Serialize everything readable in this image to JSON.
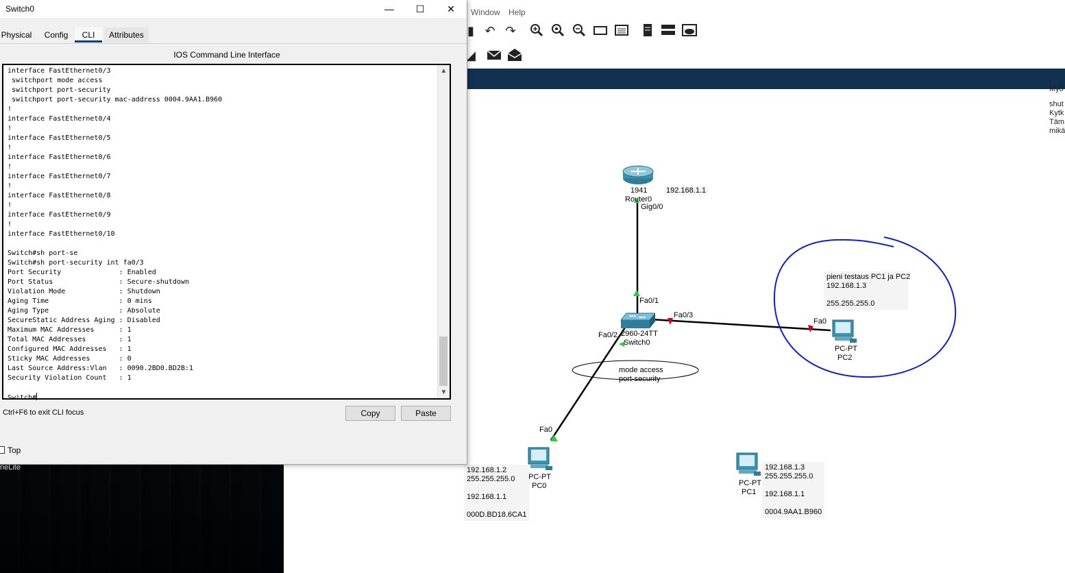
{
  "dialog": {
    "title": "Switch0",
    "tabs": [
      {
        "label": "Physical"
      },
      {
        "label": "Config"
      },
      {
        "label": "CLI"
      },
      {
        "label": "Attributes"
      }
    ],
    "active_tab": "CLI",
    "cli_heading": "IOS Command Line Interface",
    "cli_output": "interface FastEthernet0/3\n switchport mode access\n switchport port-security\n switchport port-security mac-address 0004.9AA1.B960\n!\ninterface FastEthernet0/4\n!\ninterface FastEthernet0/5\n!\ninterface FastEthernet0/6\n!\ninterface FastEthernet0/7\n!\ninterface FastEthernet0/8\n!\ninterface FastEthernet0/9\n!\ninterface FastEthernet0/10\n\nSwitch#sh port-se\nSwitch#sh port-security int fa0/3\nPort Security              : Enabled\nPort Status                : Secure-shutdown\nViolation Mode             : Shutdown\nAging Time                 : 0 mins\nAging Type                 : Absolute\nSecureStatic Address Aging : Disabled\nMaximum MAC Addresses      : 1\nTotal MAC Addresses        : 1\nConfigured MAC Addresses   : 1\nSticky MAC Addresses       : 0\nLast Source Address:Vlan   : 0090.2BD0.BD2B:1\nSecurity Violation Count   : 1\n\n",
    "cli_prompt": "Switch#",
    "hint": "Ctrl+F6 to exit CLI focus",
    "copy_label": "Copy",
    "paste_label": "Paste",
    "top_label": "Top",
    "window_controls": {
      "minimize": "—",
      "maximize": "☐",
      "close": "✕"
    }
  },
  "desktop": {
    "label": "neLite"
  },
  "main_window": {
    "menu": [
      {
        "label": "Window"
      },
      {
        "label": "Help"
      }
    ],
    "toolbar_icons": [
      "clipboard-icon",
      "undo-icon",
      "redo-icon",
      "zoom-in-icon",
      "zoom-reset-icon",
      "zoom-out-icon",
      "rectangle-icon",
      "palette-icon",
      "document-icon",
      "device-list-icon",
      "cloud-icon"
    ],
    "toolbar2_icons": [
      "pdu-icon",
      "mail-icon",
      "open-mail-icon"
    ],
    "right_notes": "shut\nKytk\nTäm\nmikä",
    "right_note_top": "Myö",
    "banner_color": "#12304f"
  },
  "topology": {
    "router": {
      "model": "1941",
      "name": "Router0",
      "ip": "192.168.1.1",
      "port": "Gig0/0"
    },
    "switch": {
      "model": "2960-24TT",
      "name": "Switch0",
      "port_up": "Fa0/1",
      "port_right": "Fa0/3",
      "port_left": "Fa0/2"
    },
    "switch_note": {
      "line1": "mode access",
      "line2": "port-security"
    },
    "pc0": {
      "type": "PC-PT",
      "name": "PC0",
      "port": "Fa0",
      "info": "192.168.1.2\n255.255.255.0\n\n192.168.1.1\n\n000D.BD18.6CA1"
    },
    "pc1": {
      "type": "PC-PT",
      "name": "PC1",
      "info": "192.168.1.3\n255.255.255.0\n\n192.168.1.1\n\n0004.9AA1.B960"
    },
    "pc2": {
      "type": "PC-PT",
      "name": "PC2",
      "port": "Fa0",
      "info": "pieni testaus PC1 ja PC2\n192.168.1.3\n\n255.255.255.0"
    },
    "colors": {
      "link_up": "#2ecc40",
      "link_down": "#d0021b",
      "annotation": "#0a1fc8"
    }
  }
}
